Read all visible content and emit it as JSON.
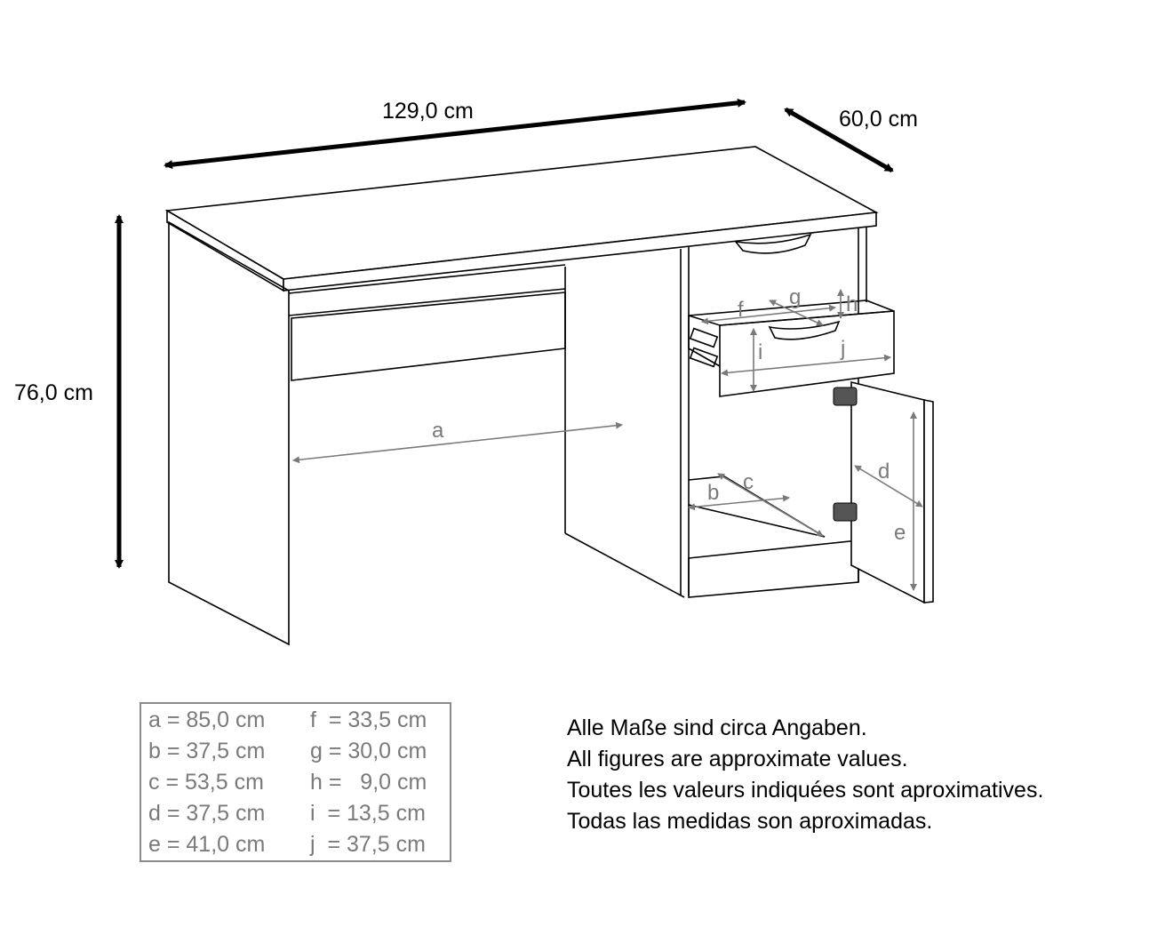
{
  "overall_dimensions": {
    "width_label": "129,0 cm",
    "depth_label": "60,0 cm",
    "height_label": "76,0 cm"
  },
  "part_letters": {
    "a": "a",
    "b": "b",
    "c": "c",
    "d": "d",
    "e": "e",
    "f": "f",
    "g": "g",
    "h": "h",
    "i": "i",
    "j": "j"
  },
  "legend": [
    {
      "left": "a = 85,0 cm",
      "right": "f  = 33,5 cm"
    },
    {
      "left": "b = 37,5 cm",
      "right": "g = 30,0 cm"
    },
    {
      "left": "c = 53,5 cm",
      "right": "h =   9,0 cm"
    },
    {
      "left": "d = 37,5 cm",
      "right": "i  = 13,5 cm"
    },
    {
      "left": "e = 41,0 cm",
      "right": "j  = 37,5 cm"
    }
  ],
  "notes": [
    "Alle Maße sind circa Angaben.",
    "All figures are approximate values.",
    "Toutes les valeurs indiquées sont aproximatives.",
    "Todas las medidas son aproximadas."
  ],
  "colors": {
    "outline": "#000000",
    "dimension_gray": "#7a7a7a",
    "legend_border": "#8a8a8a"
  }
}
